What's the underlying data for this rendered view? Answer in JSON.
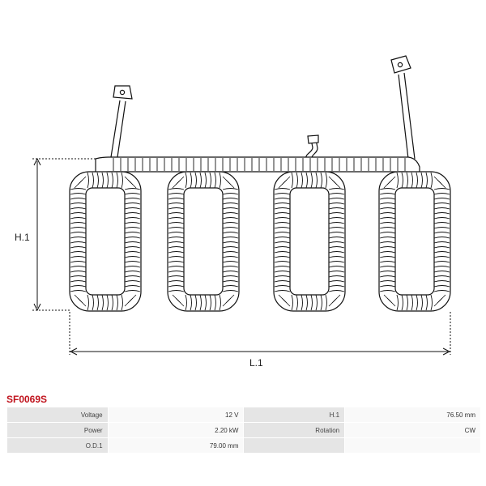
{
  "part_number": "SF0069S",
  "dimensions": {
    "h_label": "H.1",
    "l_label": "L.1"
  },
  "colors": {
    "part_number": "#c0121c",
    "line": "#111111",
    "key_cell": "#e5e5e5",
    "value_cell": "#f9f9f9"
  },
  "specs": [
    {
      "k1": "Voltage",
      "v1": "12 V",
      "k2": "H.1",
      "v2": "76.50 mm"
    },
    {
      "k1": "Power",
      "v1": "2.20 kW",
      "k2": "Rotation",
      "v2": "CW"
    },
    {
      "k1": "O.D.1",
      "v1": "79.00 mm",
      "k2": "",
      "v2": ""
    }
  ]
}
